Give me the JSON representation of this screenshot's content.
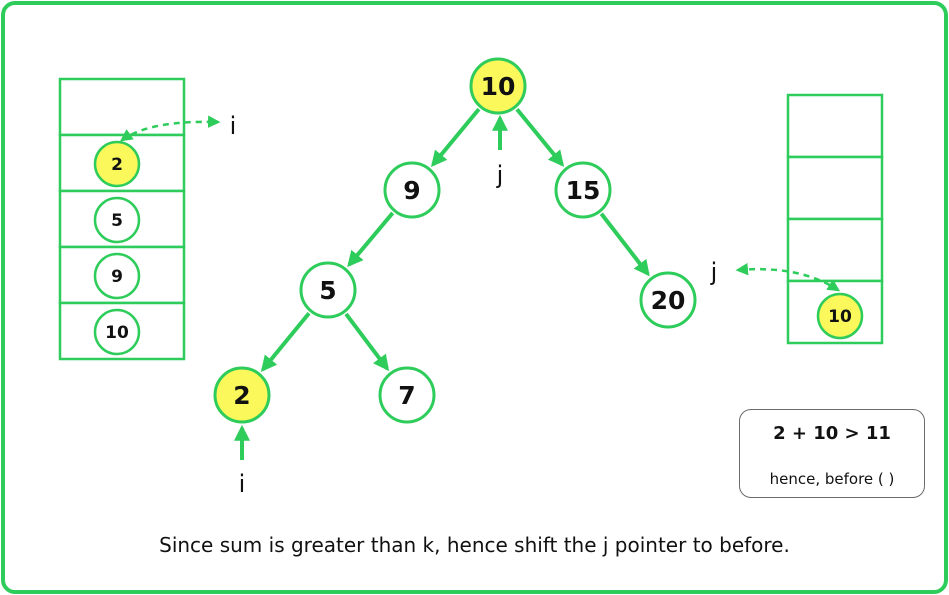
{
  "colors": {
    "green": "#2ecc5a",
    "highlight": "#fbf85b",
    "text": "#111111"
  },
  "tree": {
    "nodes": [
      {
        "id": "n10",
        "label": "10",
        "highlight": true
      },
      {
        "id": "n9",
        "label": "9",
        "highlight": false
      },
      {
        "id": "n15",
        "label": "15",
        "highlight": false
      },
      {
        "id": "n5",
        "label": "5",
        "highlight": false
      },
      {
        "id": "n20",
        "label": "20",
        "highlight": false
      },
      {
        "id": "n2",
        "label": "2",
        "highlight": true
      },
      {
        "id": "n7",
        "label": "7",
        "highlight": false
      }
    ],
    "edges": [
      [
        "n10",
        "n9"
      ],
      [
        "n10",
        "n15"
      ],
      [
        "n9",
        "n5"
      ],
      [
        "n15",
        "n20"
      ],
      [
        "n5",
        "n2"
      ],
      [
        "n5",
        "n7"
      ]
    ],
    "pointer_i": "i",
    "pointer_j": "j"
  },
  "left_stack": {
    "cells": [
      "",
      "2",
      "5",
      "9",
      "10"
    ],
    "highlight_index": 1,
    "pointer_label": "i"
  },
  "right_stack": {
    "cells": [
      "",
      "",
      "",
      "10"
    ],
    "highlight_index": 3,
    "pointer_label": "j"
  },
  "info": {
    "expression": "2 + 10 > 11",
    "note": "hence, before ( )"
  },
  "caption": "Since sum is greater than k, hence shift the j pointer to before."
}
